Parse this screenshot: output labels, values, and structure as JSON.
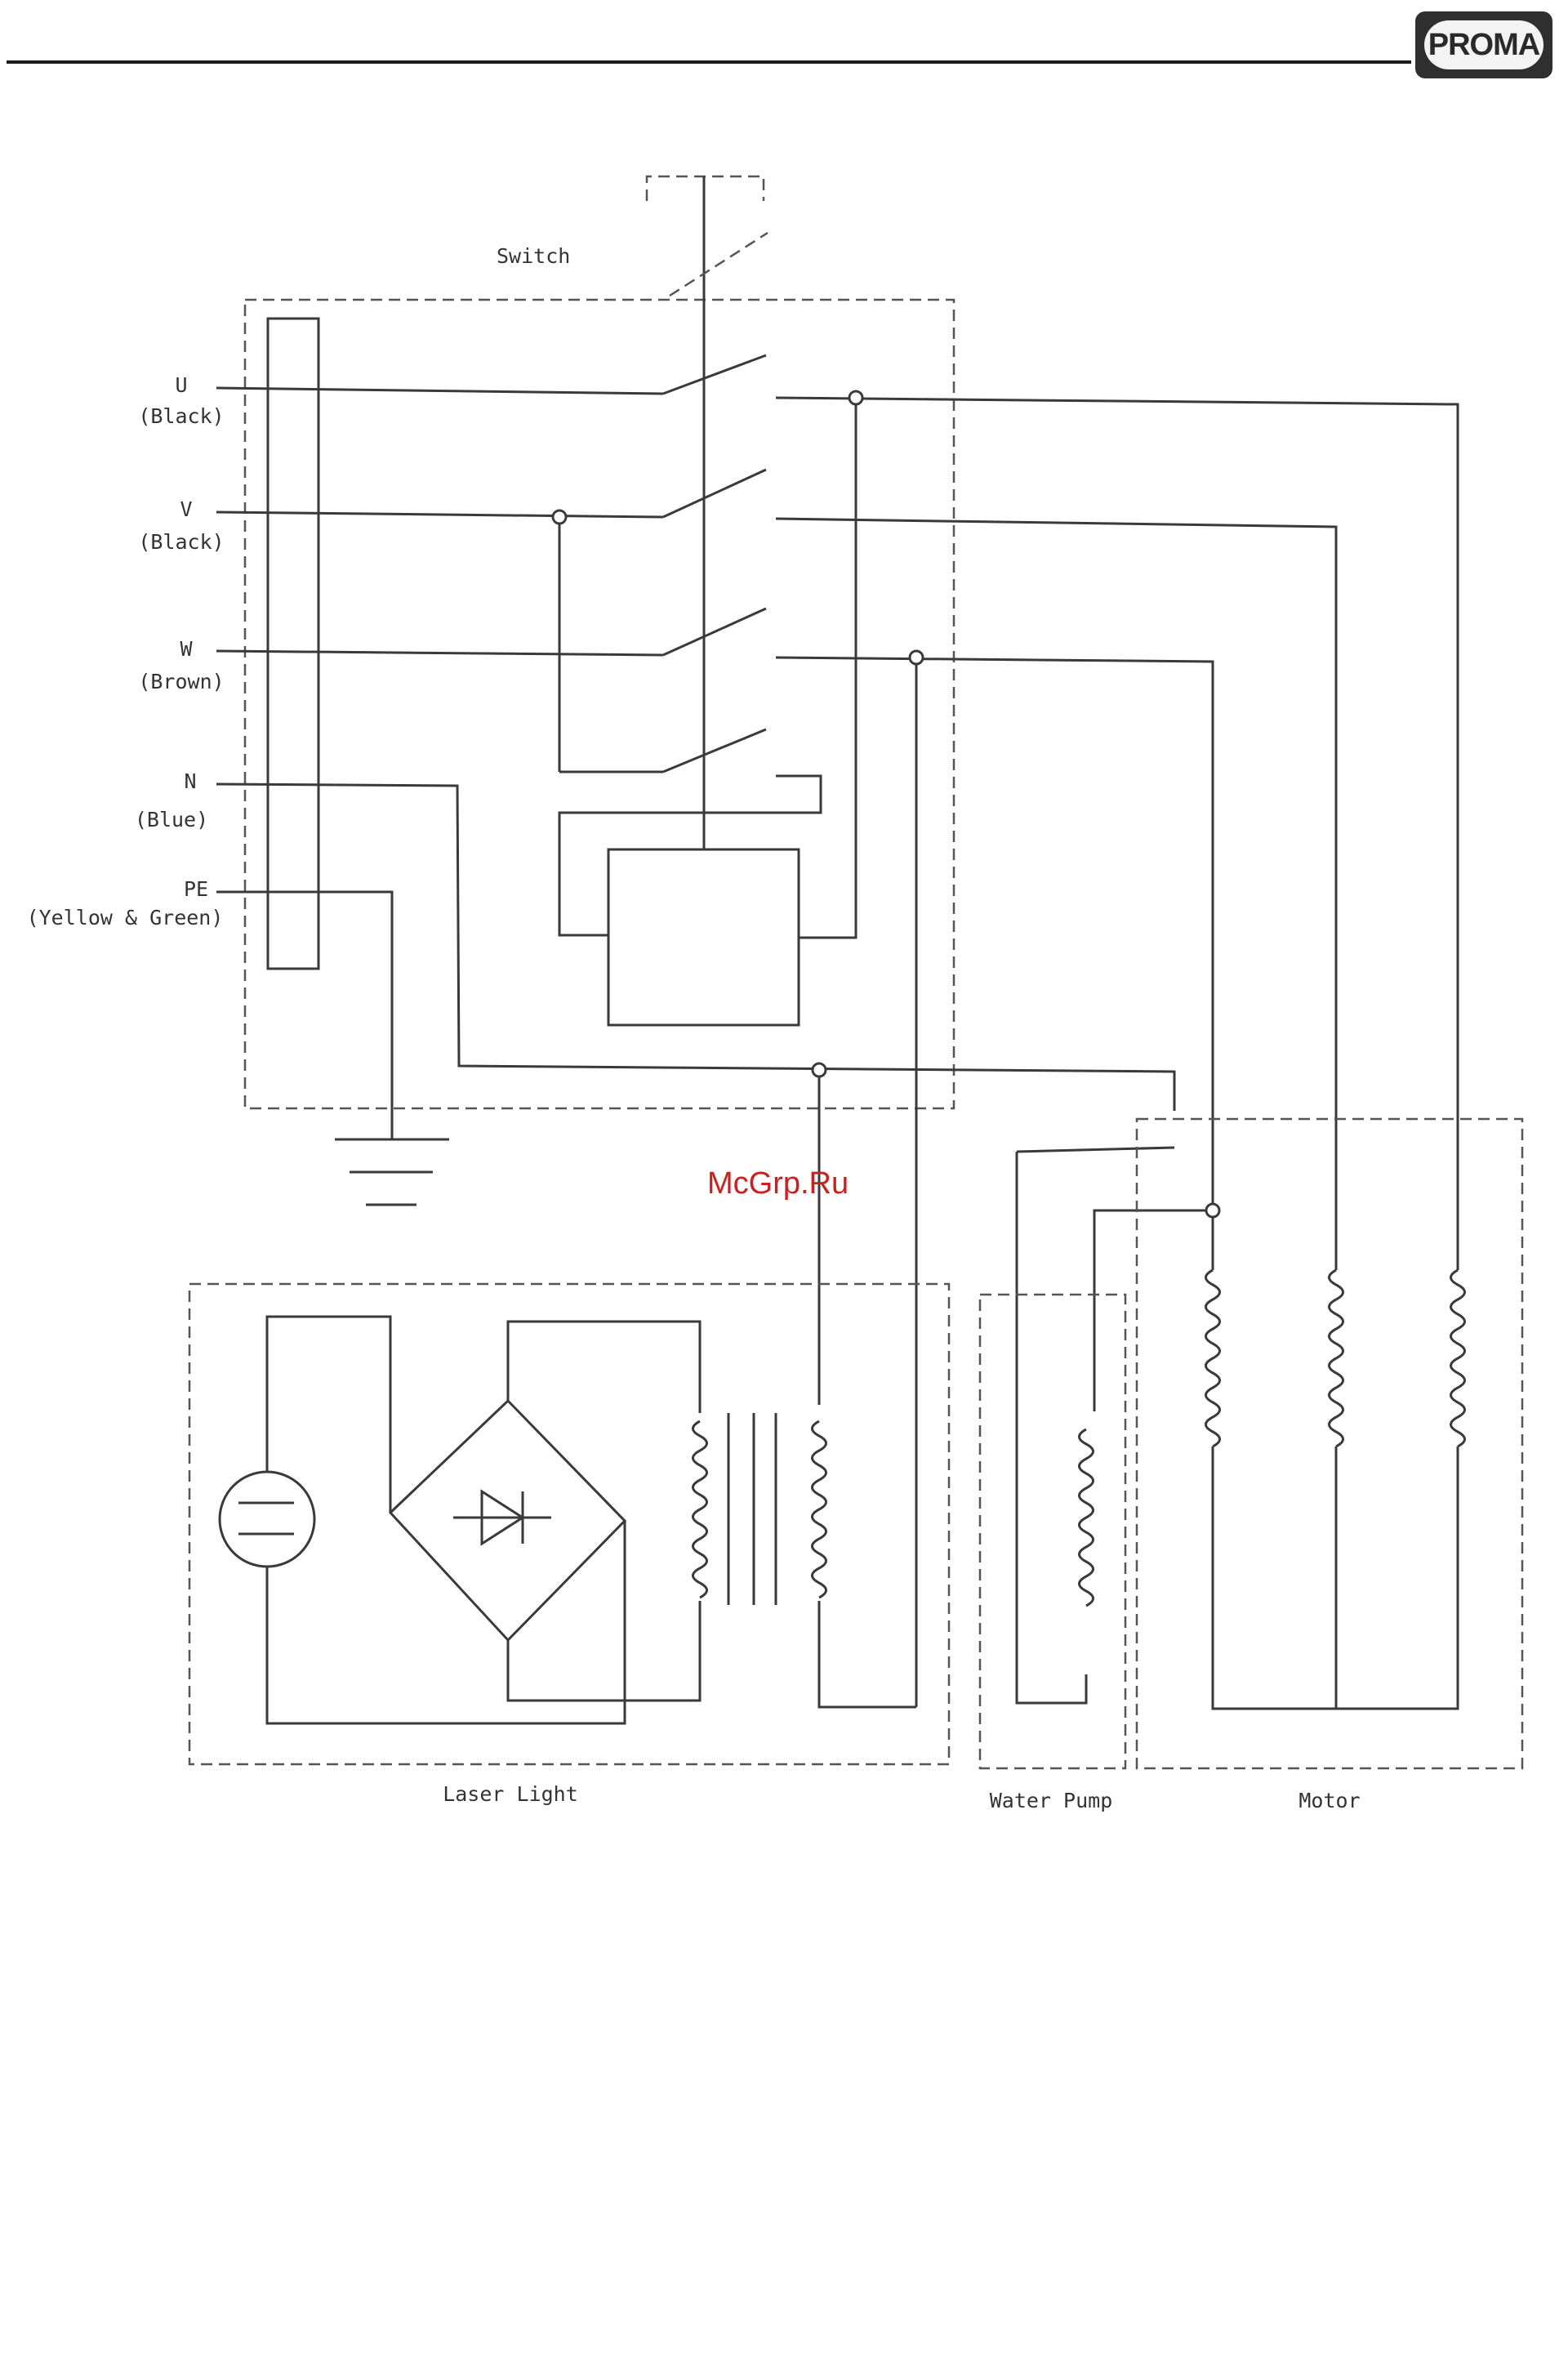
{
  "header": {
    "logo_text": "PROMA"
  },
  "watermark": "McGrp.Ru",
  "diagram": {
    "switch_label": "Switch",
    "terminals": [
      {
        "code": "U",
        "color": "(Black)"
      },
      {
        "code": "V",
        "color": "(Black)"
      },
      {
        "code": "W",
        "color": "(Brown)"
      },
      {
        "code": "N",
        "color": "(Blue)"
      },
      {
        "code": "PE",
        "color": "(Yellow & Green)"
      }
    ],
    "components": {
      "laser_light": "Laser Light",
      "water_pump": "Water Pump",
      "motor": "Motor"
    }
  },
  "colors": {
    "ink": "#3a3a3a",
    "header_rule": "#1a1a1a",
    "logo_bg": "#2f2f2f",
    "watermark": "#cc1f1f"
  }
}
